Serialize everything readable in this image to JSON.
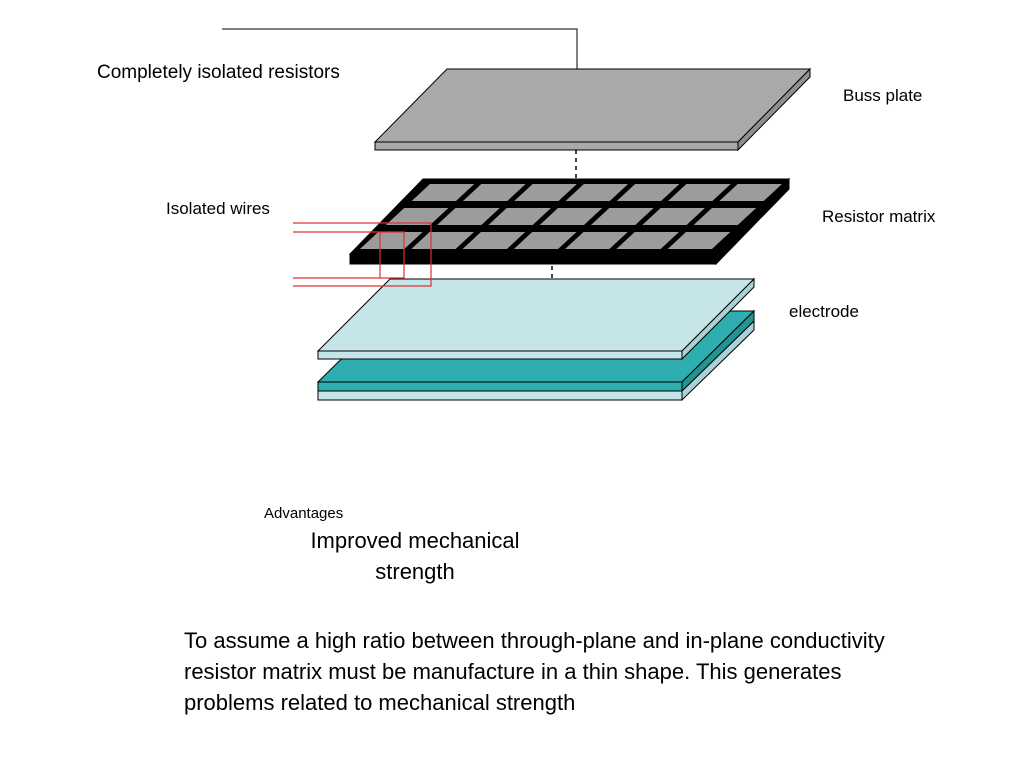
{
  "labels": {
    "title": "Completely isolated resistors",
    "buss_plate": "Buss plate",
    "isolated_wires": "Isolated wires",
    "resistor_matrix": "Resistor matrix",
    "electrode": "electrode"
  },
  "advantages": {
    "heading": "Advantages",
    "text": "Improved mechanical strength"
  },
  "note": "To assume a high ratio between through-plane and in-plane conductivity resistor matrix must be manufacture in a thin shape. This generates problems related to mechanical strength",
  "colors": {
    "buss_plate": "#a9a9a9",
    "matrix_frame": "#000000",
    "matrix_cell": "#9c9c9c",
    "electrode_light": "#c6e5e8",
    "electrode_teal": "#2eaeae",
    "wires": "#e03030"
  },
  "matrix": {
    "rows": 3,
    "columns": 7
  }
}
